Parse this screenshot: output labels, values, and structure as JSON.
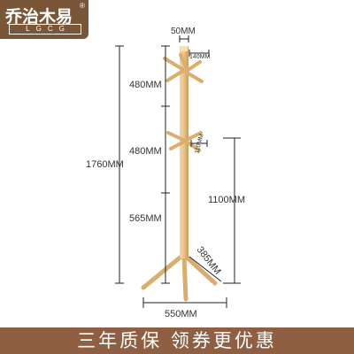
{
  "brand": {
    "name_cn": "乔治木易",
    "name_latin": "LGCG",
    "registered_mark": "®"
  },
  "dimensions": {
    "top_width": "50MM",
    "upper_hook_length": "140MM",
    "lower_hook_length": "110MM",
    "segment_1": "480MM",
    "segment_2": "480MM",
    "segment_3": "565MM",
    "total_height": "1760MM",
    "hook_height": "1100MM",
    "leg_length": "385MM",
    "base_width": "550MM"
  },
  "banner": {
    "text": "三年质保  领券更优惠"
  },
  "colors": {
    "wood": "#e8c38a",
    "wood_shade": "#c99a5a",
    "banner": "#8e5f43",
    "logo": "#7a5638",
    "dim_line": "#222222"
  }
}
